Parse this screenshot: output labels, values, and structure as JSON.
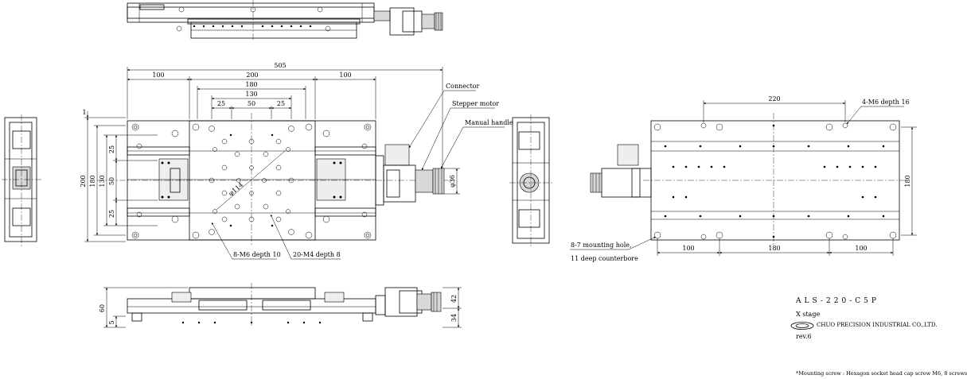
{
  "dimensions": {
    "overall": "505",
    "left": "100",
    "center": "200",
    "right": "100",
    "inner1": "180",
    "inner2": "130",
    "pitch_a": "25",
    "pitch_b": "50",
    "pitch_c": "25",
    "top_offset": "1",
    "height_200": "200",
    "height_180": "180",
    "height_130": "130",
    "v25a": "25",
    "v50": "50",
    "v25b": "25",
    "diameter": "φ114",
    "handle_dia": "φ36",
    "side_60": "60",
    "side_5": "5",
    "side_42": "42",
    "side_34": "34",
    "right_220": "220",
    "right_180": "180",
    "bottom_100a": "100",
    "bottom_180": "180",
    "bottom_100b": "100"
  },
  "callouts": {
    "connector": "Connector",
    "stepper_motor": "Stepper motor",
    "manual_handle": "Manual handle",
    "holes_m6": "8-M6 depth 10",
    "holes_m4": "20-M4 depth 8",
    "right_m6": "4-M6 depth 16",
    "mounting_1": "8-7 mounting hole,",
    "mounting_2": "11 deep counterbore"
  },
  "title_block": {
    "model": "ALS-220-C5P",
    "type": "X stage",
    "company": "CHUO PRECISION INDUSTRIAL CO.,LTD.",
    "revision": "rev.6",
    "note": "*Mounting screw : Hexagon socket head cap screw M6, 8 screws"
  }
}
